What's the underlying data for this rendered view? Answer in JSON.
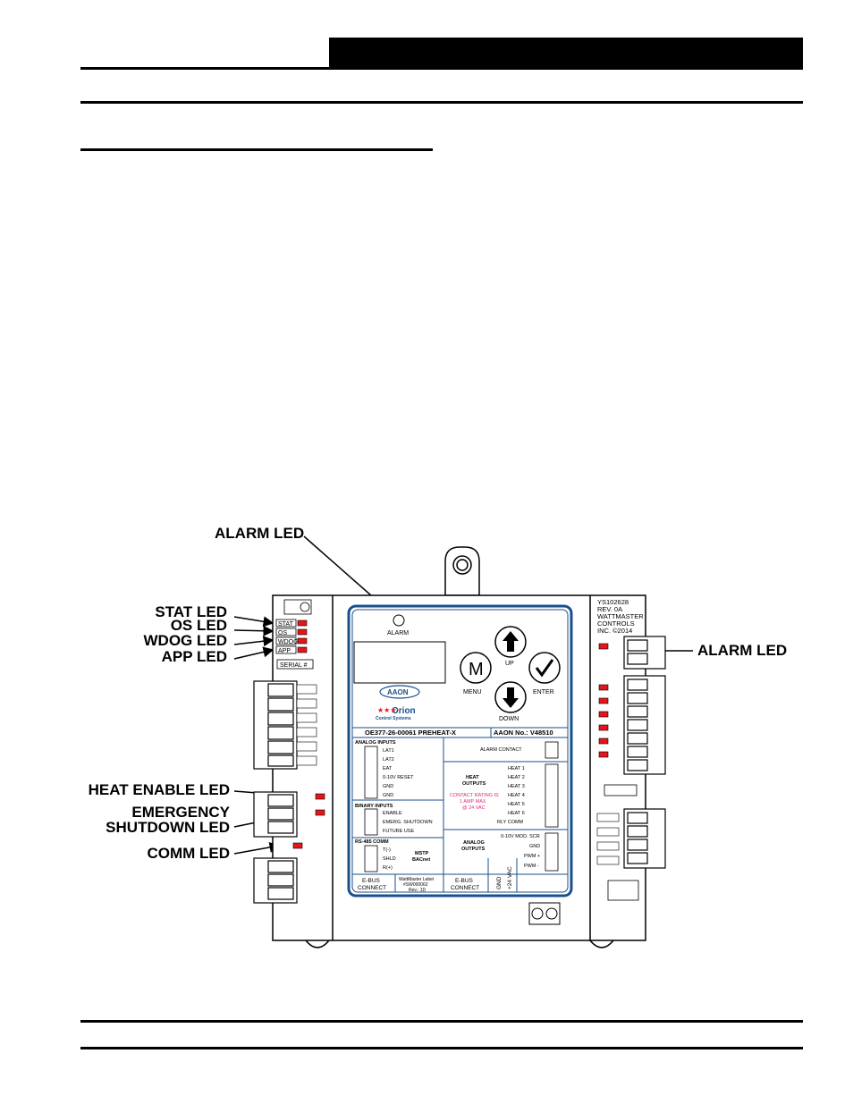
{
  "callouts": {
    "alarm_led_top": "ALARM LED",
    "stat_led": "STAT LED",
    "os_led": "OS LED",
    "wdog_led": "WDOG LED",
    "app_led": "APP LED",
    "alarm_led_right": "ALARM LED",
    "heat_enable_led": "HEAT ENABLE LED",
    "emergency_line1": "EMERGENCY",
    "emergency_line2": "SHUTDOWN LED",
    "comm_led": "COMM LED"
  },
  "board": {
    "left_labels": [
      "STAT",
      "OS",
      "WDOG",
      "APP"
    ],
    "serial": "SERIAL #",
    "rev_block": [
      "YS102628",
      "REV. 0A",
      "WATTMASTER",
      "CONTROLS",
      "INC. ©2014"
    ],
    "front": {
      "alarm": "ALARM",
      "up": "UP",
      "menu": "MENU",
      "menu_key": "M",
      "enter": "ENTER",
      "down": "DOWN",
      "brand": "AAON",
      "orion": "Orion",
      "control_systems": "Control Systems",
      "model": "OE377-26-00061  PREHEAT-X",
      "aaon_no": "AAON No.: V48510"
    },
    "analog_inputs": {
      "title": "ANALOG INPUTS",
      "items": [
        "LAT1",
        "LAT2",
        "EAT",
        "0-10V RESET",
        "GND",
        "GND"
      ]
    },
    "alarm_contact": "ALARM CONTACT",
    "heat_outputs": {
      "title_1": "HEAT",
      "title_2": "OUTPUTS",
      "contact_1": "CONTACT RATING IS",
      "contact_2": "1 AMP MAX",
      "contact_3": "@ 24 VAC",
      "items": [
        "HEAT 1",
        "HEAT 2",
        "HEAT 3",
        "HEAT 4",
        "HEAT 5",
        "HEAT 6",
        "RLY COMM"
      ]
    },
    "binary_inputs": {
      "title": "BINARY INPUTS",
      "items": [
        "ENABLE",
        "EMERG. SHUTDOWN",
        "FUTURE USE"
      ]
    },
    "rs485": {
      "title": "RS-485 COMM",
      "items": [
        "T(-)",
        "SHLD",
        "R(+)"
      ],
      "proto_1": "MSTP",
      "proto_2": "BACnet"
    },
    "analog_outputs": {
      "title_1": "ANALOG",
      "title_2": "OUTPUTS",
      "items": [
        "0-10V MOD. SCR",
        "GND",
        "PWM +",
        "PWM -"
      ]
    },
    "ebus_1": "E-BUS",
    "ebus_2": "CONNECT",
    "wm_label": [
      "WattMaster Label",
      "#SW000062",
      "Rev.: 1D"
    ],
    "gnd": "GND",
    "vac": "+24 VAC"
  },
  "colors": {
    "led_red": "#e8141b",
    "panel_blue": "#1a4f8a",
    "contact_pink": "#e0287d"
  }
}
